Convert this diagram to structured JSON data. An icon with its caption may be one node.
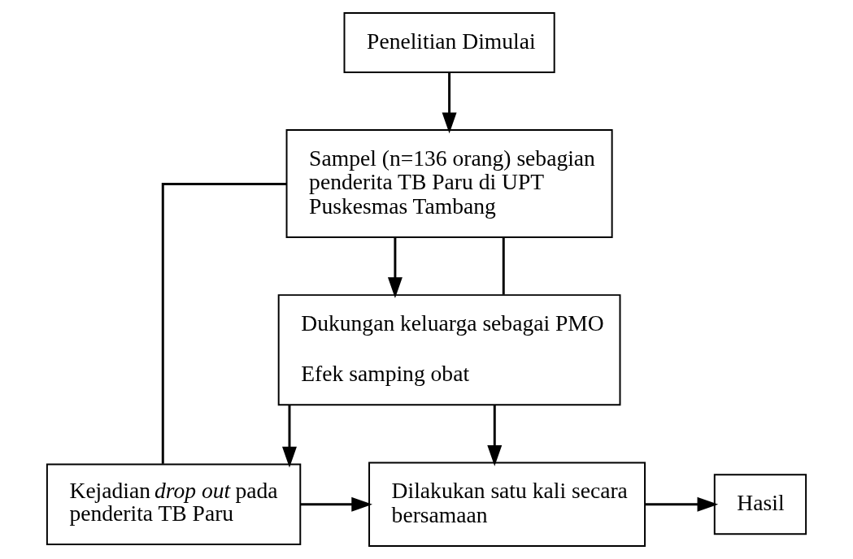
{
  "diagram": {
    "nodes": [
      {
        "text": [
          "Penelitian Dimulai"
        ]
      },
      {
        "text": [
          "Sampel (n=136 orang) sebagian penderita TB Paru di UPT Puskesmas Tambang"
        ]
      },
      {
        "text": [
          "Dukungan keluarga sebagai PMO",
          "Efek samping obat"
        ]
      },
      {
        "text": [
          "Kejadian *drop out* pada penderita TB Paru"
        ]
      },
      {
        "text": [
          "Dilakukan satu kali secara bersamaan"
        ]
      },
      {
        "text": [
          "Hasil"
        ]
      }
    ],
    "edges": [
      {
        "from": 0,
        "to": 1,
        "arrow": "to"
      },
      {
        "from": 1,
        "to": 2,
        "arrow": "to"
      },
      {
        "from": 2,
        "to": 3,
        "arrow": "to"
      },
      {
        "from": 1,
        "to": 2,
        "arrow": "none"
      },
      {
        "from": 1,
        "to": 3,
        "arrow": "none"
      },
      {
        "from": 2,
        "to": 4,
        "arrow": "to"
      },
      {
        "from": 3,
        "to": 4,
        "arrow": "to"
      },
      {
        "from": 4,
        "to": 5,
        "arrow": "to"
      }
    ]
  }
}
